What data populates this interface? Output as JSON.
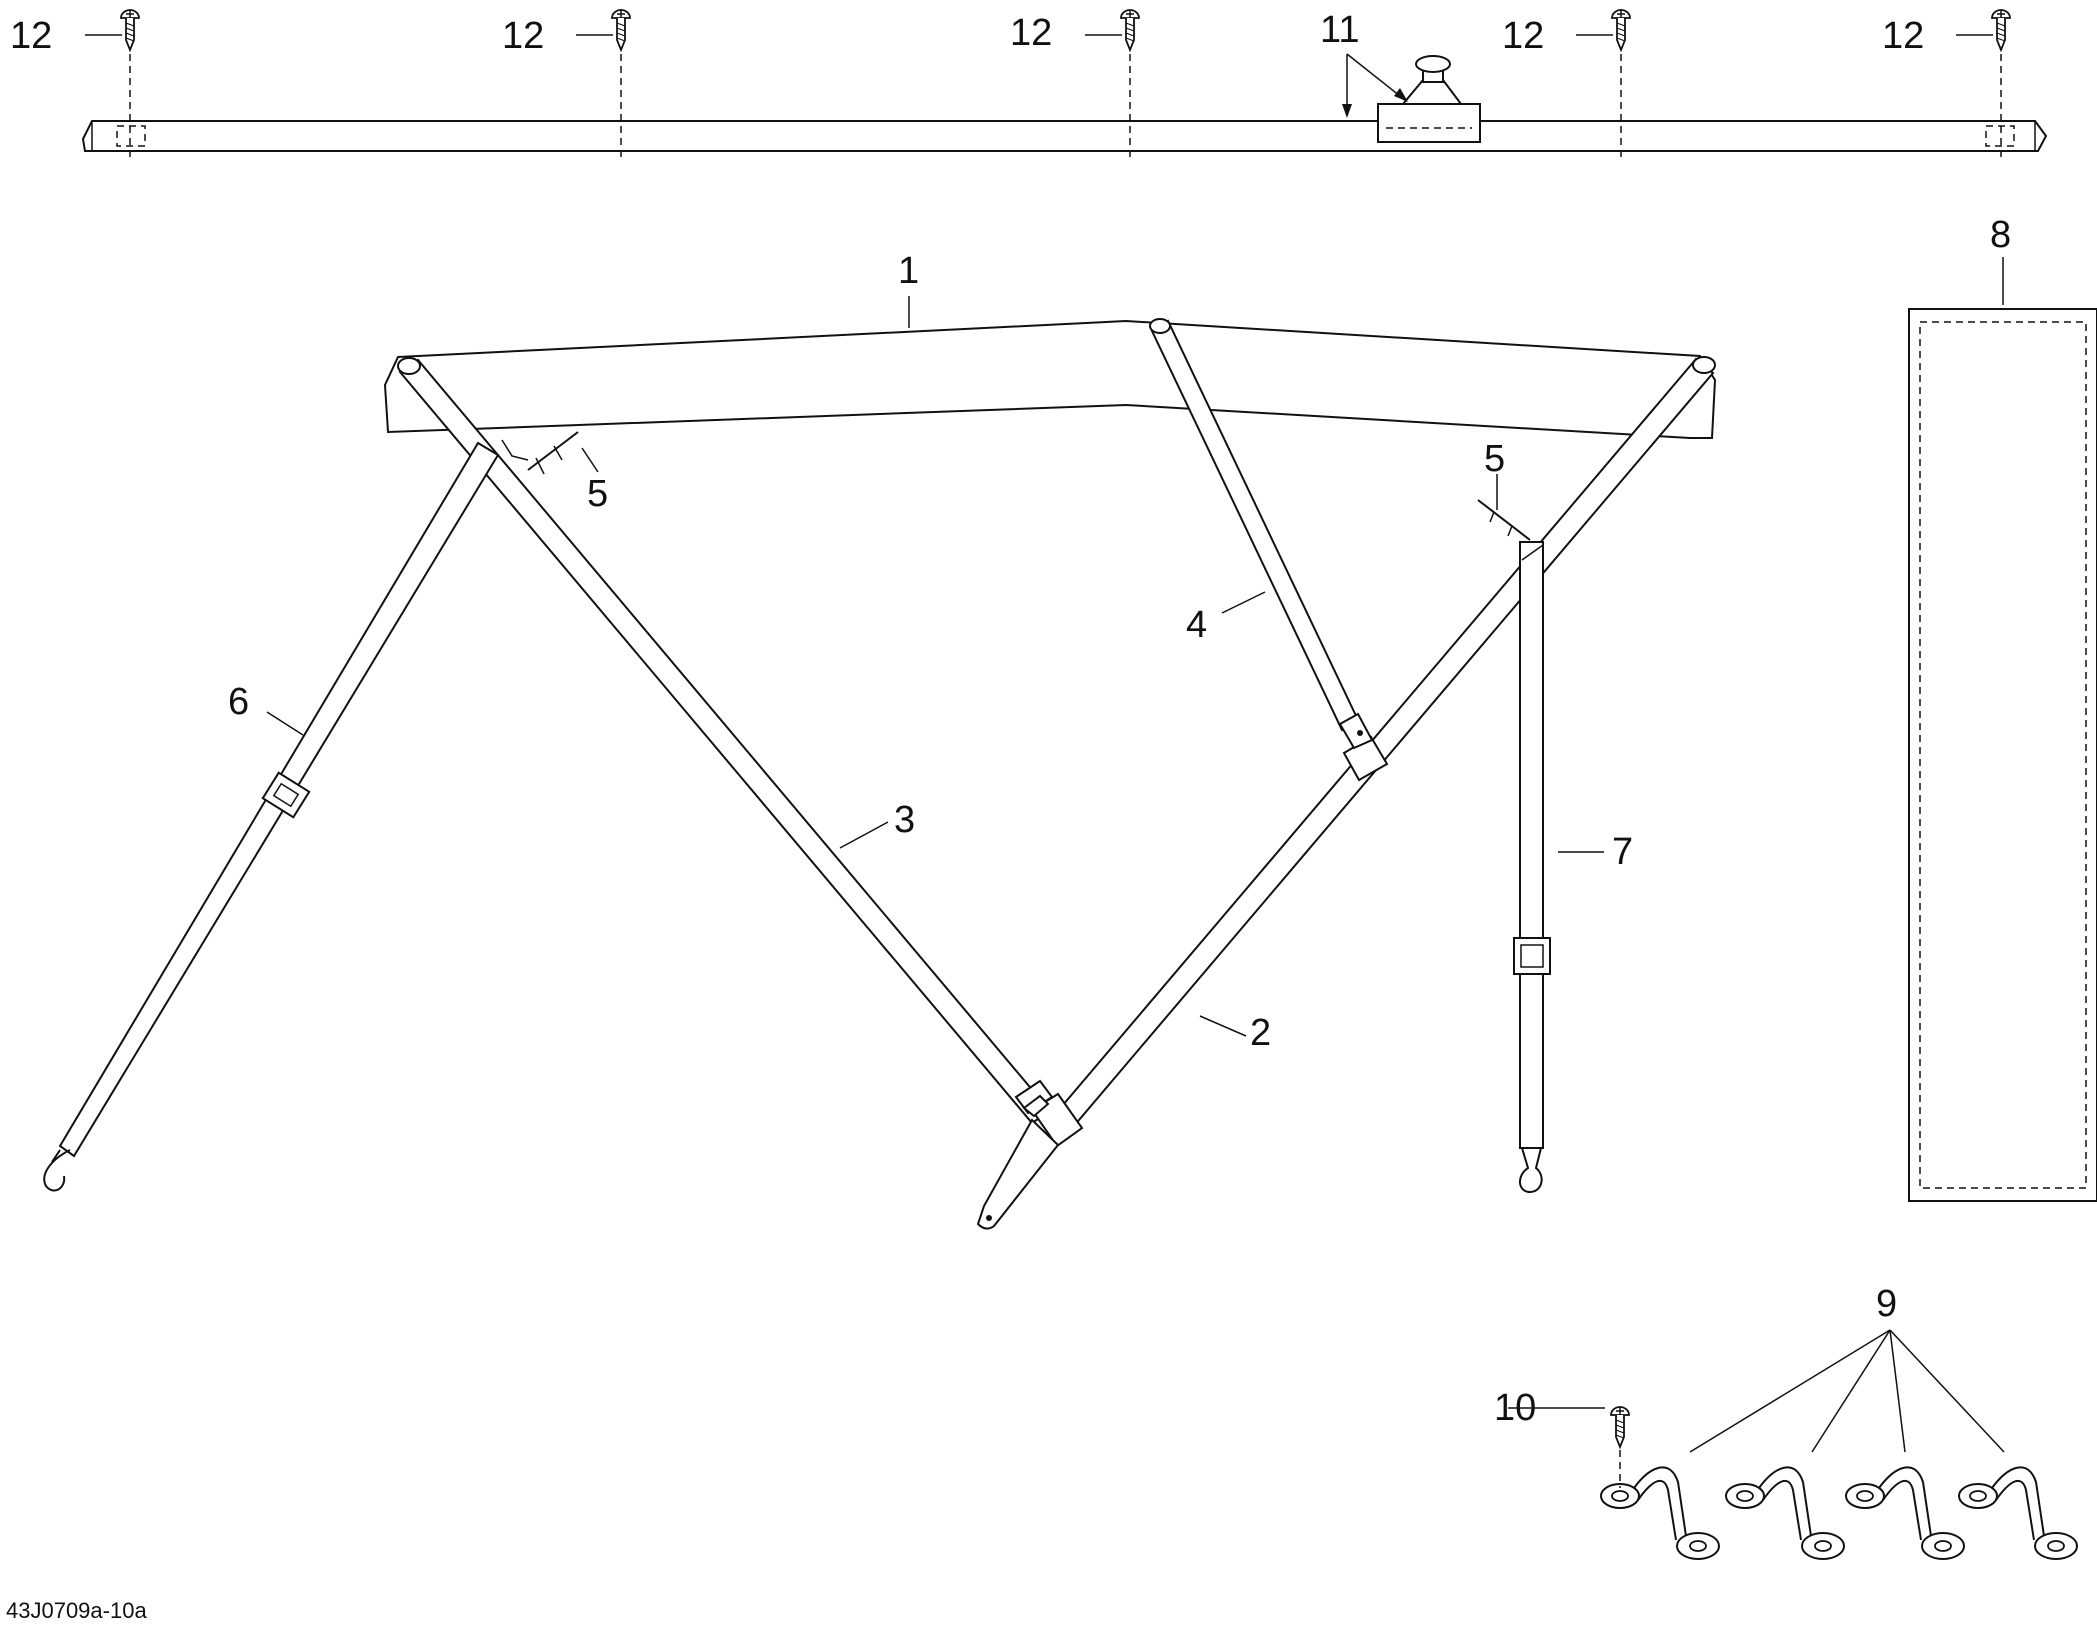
{
  "figure_code": "43J0709a-10a",
  "callouts": {
    "c1": "1",
    "c2": "2",
    "c3": "3",
    "c4": "4",
    "c5": "5",
    "c6": "6",
    "c7": "7",
    "c8": "8",
    "c9": "9",
    "c10": "10",
    "c11": "11",
    "c12": "12"
  }
}
